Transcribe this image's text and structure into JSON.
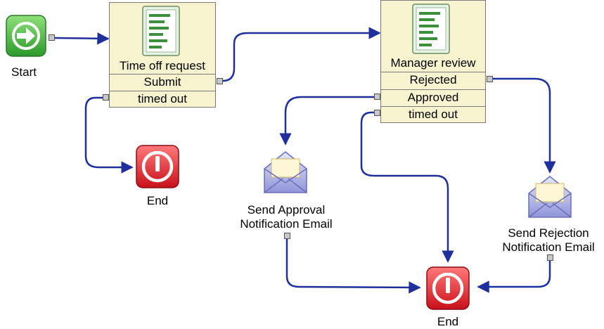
{
  "start": {
    "label": "Start",
    "icon": "start-arrow-icon"
  },
  "task_time_off": {
    "title": "Time off request",
    "icon": "form-icon",
    "outcomes": [
      "Submit",
      "timed out"
    ]
  },
  "task_manager": {
    "title": "Manager review",
    "icon": "form-icon",
    "outcomes": [
      "Rejected",
      "Approved",
      "timed out"
    ]
  },
  "end_left": {
    "label": "End",
    "icon": "end-stop-icon"
  },
  "end_bottom": {
    "label": "End",
    "icon": "end-stop-icon"
  },
  "email_approval": {
    "label_line1": "Send Approval",
    "label_line2": "Notification Email",
    "icon": "envelope-icon"
  },
  "email_rejection": {
    "label_line1": "Send Rejection",
    "label_line2": "Notification Email",
    "icon": "envelope-icon"
  },
  "colors": {
    "connector": "#1f2f9c",
    "task_fill": "#f7f3cf",
    "start_green": "#3cb83c",
    "end_red": "#e8232c"
  }
}
